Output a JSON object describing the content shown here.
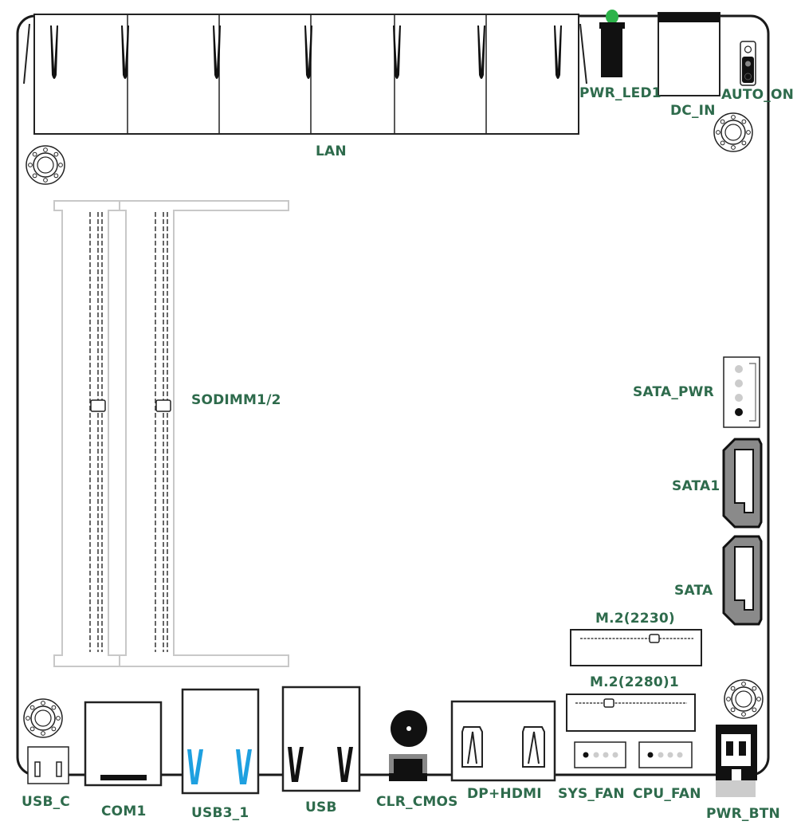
{
  "colors": {
    "board_outline": "#1a1a1a",
    "label_text": "#2e6b4c",
    "usb3_accent": "#1ea0e0",
    "sodimm_slot": "#c8c8c8",
    "led_green": "#2db34a",
    "sata_fill": "#8a8a8a"
  },
  "labels": {
    "lan": "LAN",
    "pwr_led": "PWR_LED1",
    "dc_in": "DC_IN",
    "auto_on": "AUTO_ON",
    "sodimm": "SODIMM1/2",
    "sata_pwr": "SATA_PWR",
    "sata1": "SATA1",
    "sata": "SATA",
    "m2_2230": "M.2(2230)",
    "m2_2280": "M.2(2280)1",
    "usb_c": "USB_C",
    "com1": "COM1",
    "usb3_1": "USB3_1",
    "usb": "USB",
    "clr_cmos": "CLR_CMOS",
    "dp_hdmi": "DP+HDMI",
    "sys_fan": "SYS_FAN",
    "cpu_fan": "CPU_FAN",
    "pwr_btn": "PWR_BTN"
  }
}
